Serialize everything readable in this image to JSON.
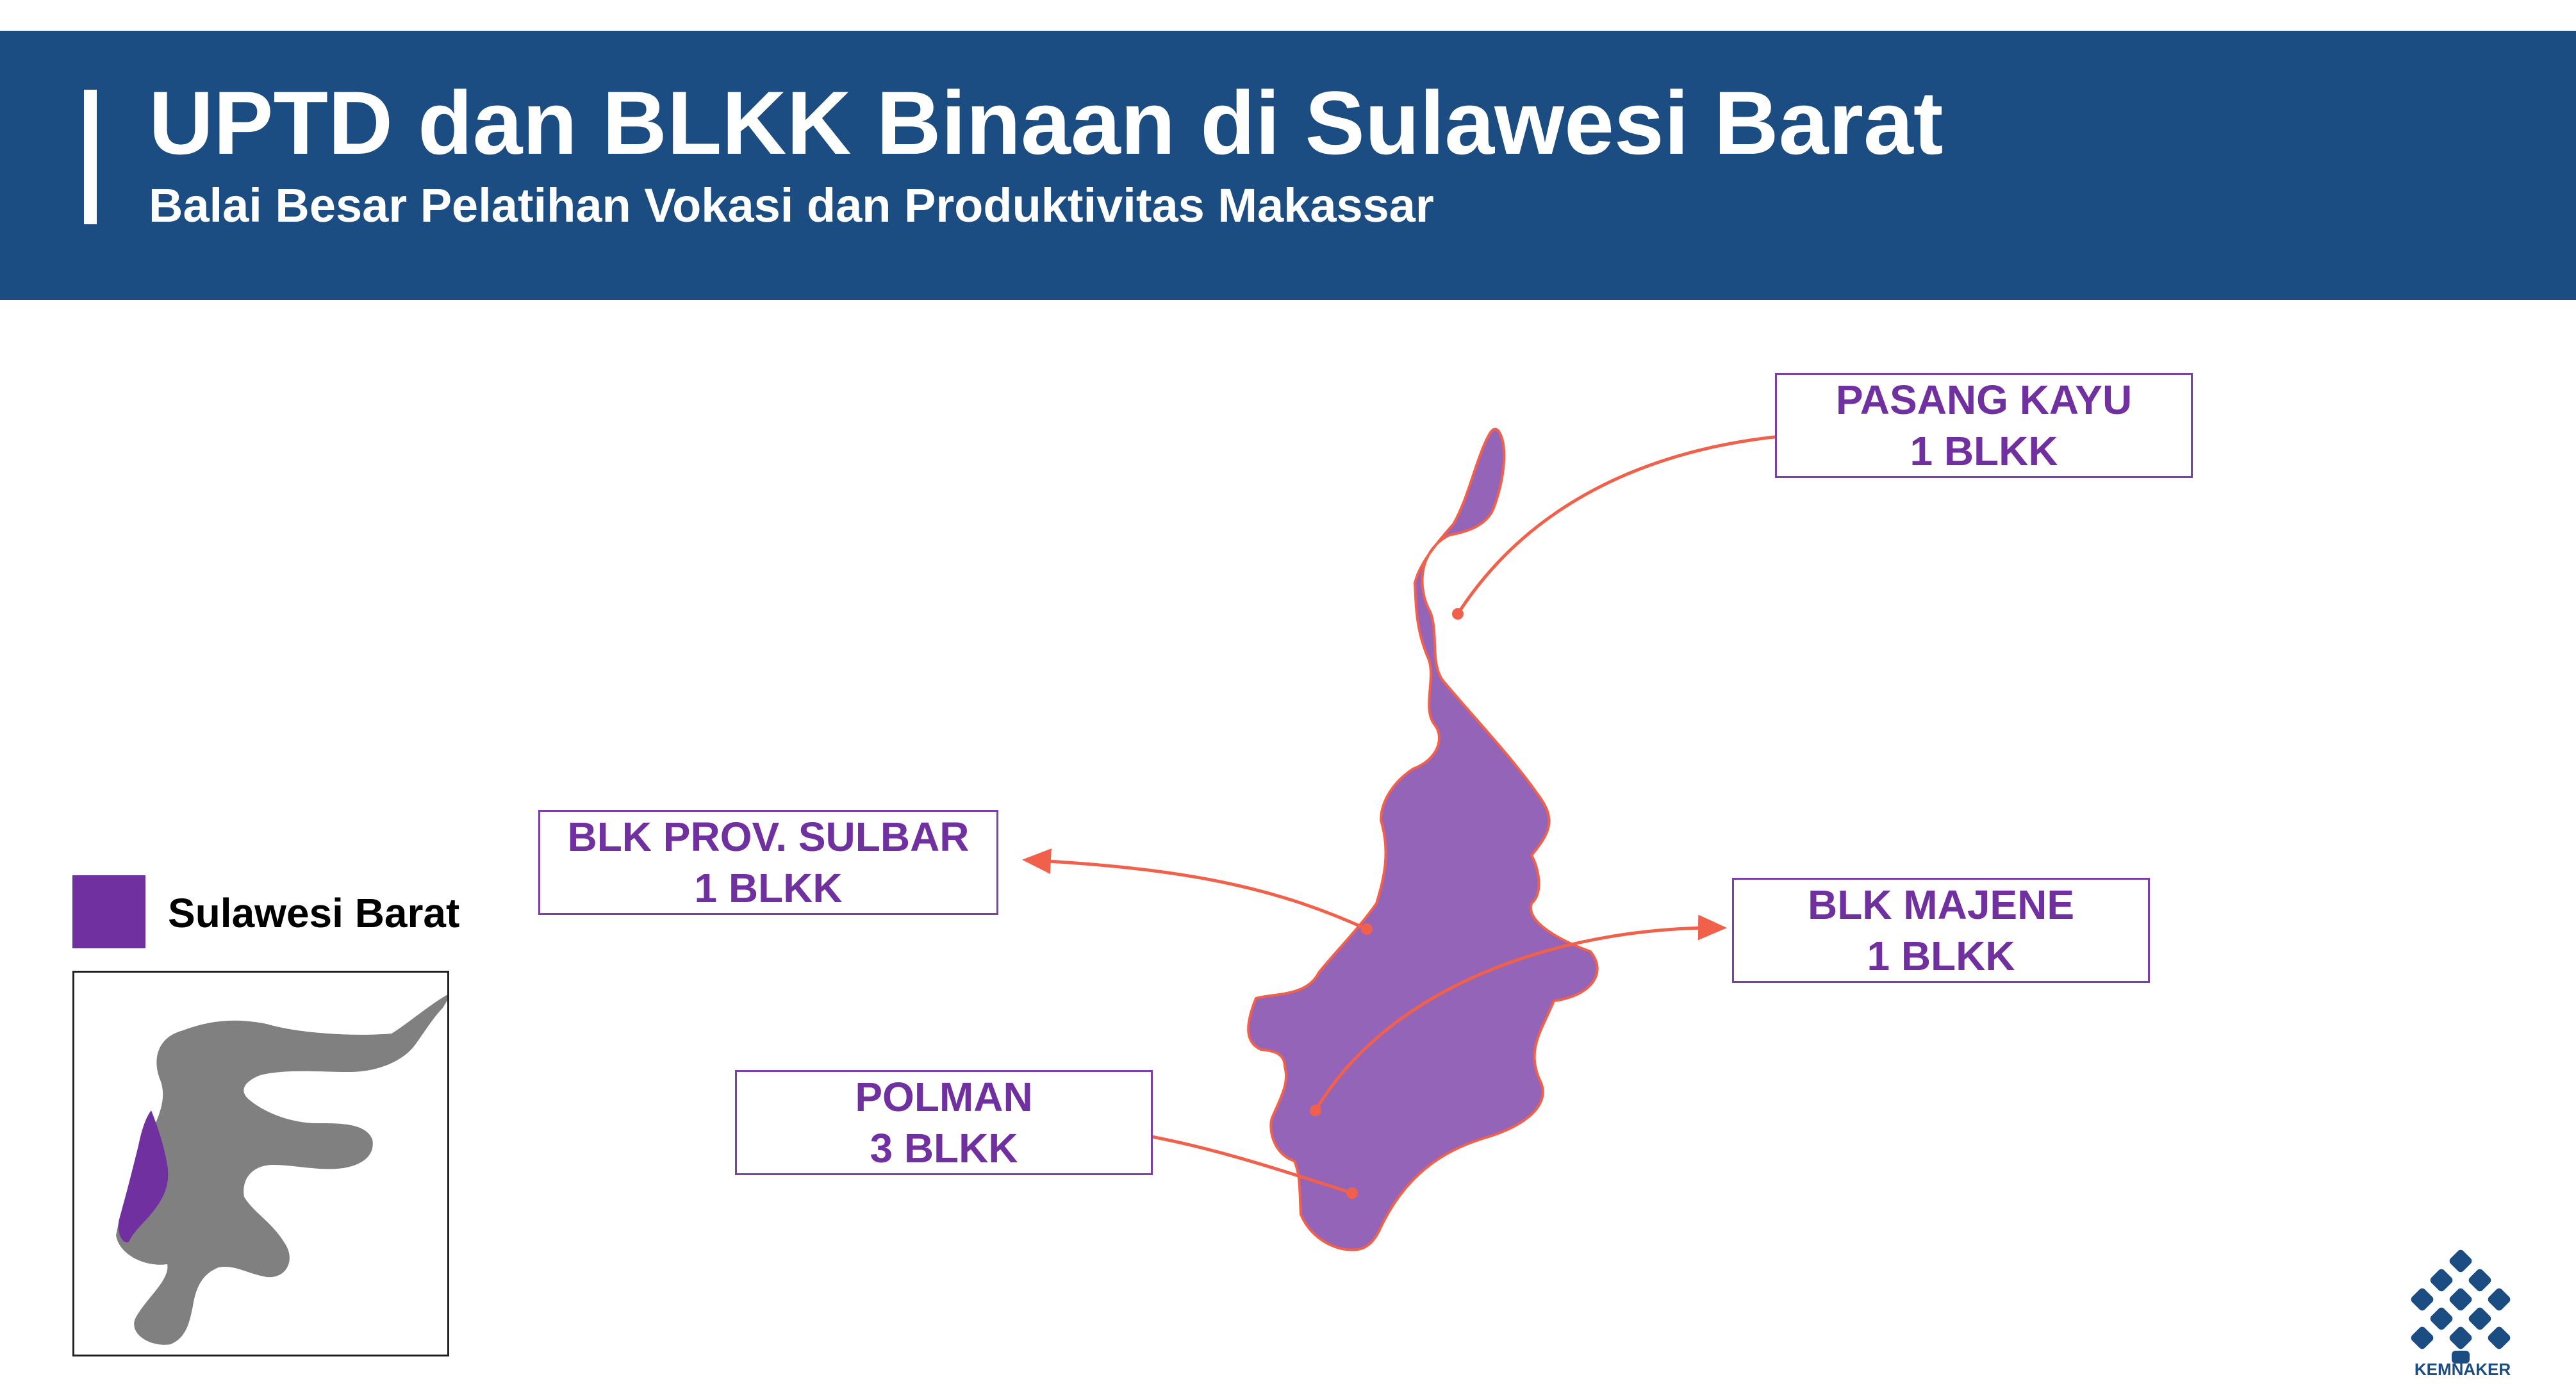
{
  "header": {
    "title": "UPTD dan BLKK Binaan di Sulawesi Barat",
    "subtitle": "Balai Besar Pelatihan Vokasi dan Produktivitas Makassar"
  },
  "map": {
    "region_color": "#9364b8",
    "outline_color": "#f0604a",
    "callouts": [
      {
        "name": "PASANG KAYU",
        "count": "1 BLKK"
      },
      {
        "name": "BLK PROV. SULBAR",
        "count": "1 BLKK"
      },
      {
        "name": "BLK MAJENE",
        "count": "1 BLKK"
      },
      {
        "name": "POLMAN",
        "count": "3 BLKK"
      }
    ]
  },
  "legend": {
    "label": "Sulawesi Barat",
    "swatch_color": "#7030a0"
  },
  "inset": {
    "island_color": "#808080",
    "highlight_color": "#7030a0"
  },
  "logo": {
    "text": "KEMNAKER",
    "color": "#1b4c82"
  }
}
